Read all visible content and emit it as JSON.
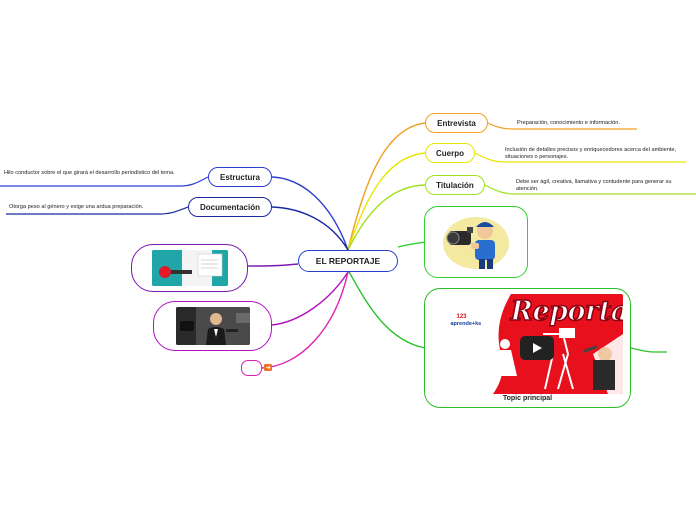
{
  "central": {
    "label": "EL REPORTAJE"
  },
  "right_topics": [
    {
      "label": "Entrevista",
      "color": "#f0a020",
      "note": "Preparación, conocimiento e información."
    },
    {
      "label": "Cuerpo",
      "color": "#e6e600",
      "note": "Inclusión de detalles precisos y enriquecedores acerca del ambiente, situaciones o personajes."
    },
    {
      "label": "Titulación",
      "color": "#a0e020",
      "note": "Debe ser ágil, creativa, llamativa y contudente para generar su atención."
    }
  ],
  "left_topics": [
    {
      "label": "Estructura",
      "color": "#2a3fd0",
      "note": "Hilo conductor sobre el que girará el desarrollo periodístico del tema."
    },
    {
      "label": "Documentación",
      "color": "#1a2aa0",
      "note": "Otorga peso al género y exige una ardua preparación."
    }
  ],
  "video": {
    "caption": "Topic principal",
    "title": "Reportaje",
    "logo_top": "123",
    "logo_bottom": "aprende+ks"
  },
  "colors": {
    "image_branch_right": "#30d030",
    "video_branch": "#28c028",
    "image_branch_left_1": "#7a1ab0",
    "image_branch_left_2": "#b010c0",
    "empty_branch": "#e020b0",
    "central_border": "#2a3fd0"
  },
  "icons": {
    "link": "link-icon",
    "play": "play-icon"
  }
}
